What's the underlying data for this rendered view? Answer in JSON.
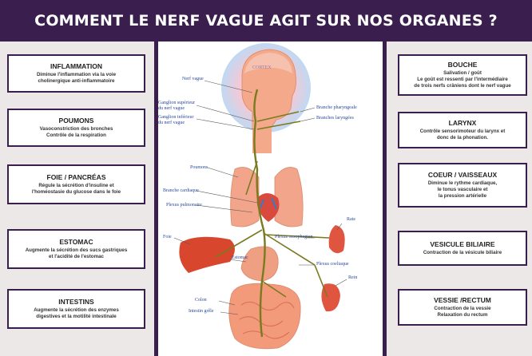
{
  "title": "COMMENT LE NERF VAGUE AGIT SUR NOS ORGANES ?",
  "left_cards": [
    {
      "title": "INFLAMMATION",
      "desc": "Diminue l'inflammation via la voie\ncholinergique anti-inflammatoire"
    },
    {
      "title": "POUMONS",
      "desc": "Vasoconstriction des bronches\nContrôle de la respiration"
    },
    {
      "title": "FOIE / PANCRÉAS",
      "desc": "Régule la sécrétion d'insuline et\nl'homéostasie du glucose dans le foie"
    },
    {
      "title": "ESTOMAC",
      "desc": "Augmente la sécrétion des sucs gastriques\net l'acidité de l'estomac"
    },
    {
      "title": "INTESTINS",
      "desc": "Augmente la sécrétion des enzymes\ndigestives et la motilité intestinale"
    }
  ],
  "right_cards": [
    {
      "title": "BOUCHE",
      "desc": "Salivation / goût\nLe goût est ressenti par l'intermédiaire\nde trois nerfs crâniens dont le nerf vague"
    },
    {
      "title": "LARYNX",
      "desc": "Contrôle sensorimoteur du larynx et\ndonc de la phonation."
    },
    {
      "title": "COEUR / VAISSEAUX",
      "desc": "Diminue le rythme cardiaque,\nle tonus vasculaire et\nla pression artérielle"
    },
    {
      "title": "VESICULE BILIAIRE",
      "desc": "Contraction de la vésicule biliaire"
    },
    {
      "title": "VESSIE /RECTUM",
      "desc": "Contraction de la vessie\nRelaxation du rectum"
    }
  ],
  "labels": {
    "cortex": "CORTEX",
    "nerf_vague": "Nerf vague",
    "ganglion_sup": "Ganglion supérieur\ndu nerf vague",
    "ganglion_inf": "Ganglion inférieur\ndu nerf vague",
    "branche_pharyngeale": "Branche pharyngeale",
    "branches_laryngees": "Branches laryngées",
    "poumons": "Poumons",
    "branche_cardiaque": "Branche cardiaque",
    "plexus_pulmonaire": "Plexus pulmonaire",
    "rate": "Rate",
    "plexus_oesophagien": "Plexus oesophagien",
    "foie": "Foie",
    "estomac": "Estomac",
    "plexus_coeliaque": "Plexus coeliaque",
    "rein": "Rein",
    "colon": "Colon",
    "intestin_grele": "Intestin grêle"
  },
  "colors": {
    "banner": "#3a1f4e",
    "nerve": "#7a7a1e",
    "organ": "#f08a5a",
    "label": "#2a4a9a"
  }
}
